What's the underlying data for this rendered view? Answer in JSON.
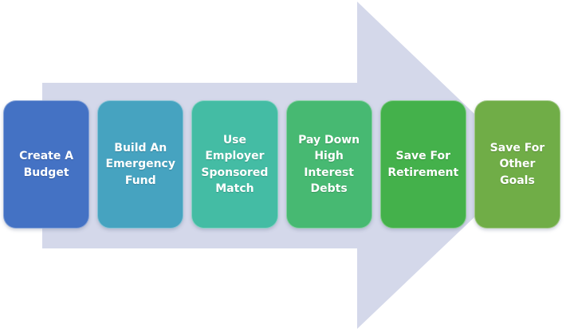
{
  "diagram": {
    "type": "process-arrow",
    "direction": "right",
    "arrow_color": "#D4D8EA",
    "text_color": "#FFFFFF",
    "steps": [
      {
        "label": "Create A Budget",
        "display": "Create A\nBudget",
        "color": "#4472C4"
      },
      {
        "label": "Build An Emergency Fund",
        "display": "Build An\nEmergency\nFund",
        "color": "#46A3C0"
      },
      {
        "label": "Use Employer Sponsored Match",
        "display": "Use\nEmployer\nSponsored\nMatch",
        "color": "#44BCA4"
      },
      {
        "label": "Pay Down High Interest Debts",
        "display": "Pay Down\nHigh\nInterest\nDebts",
        "color": "#47B972"
      },
      {
        "label": "Save For Retirement",
        "display": "Save For\nRetirement",
        "color": "#44B14B"
      },
      {
        "label": "Save For Other Goals",
        "display": "Save For\nOther\nGoals",
        "color": "#70AD47"
      }
    ]
  }
}
